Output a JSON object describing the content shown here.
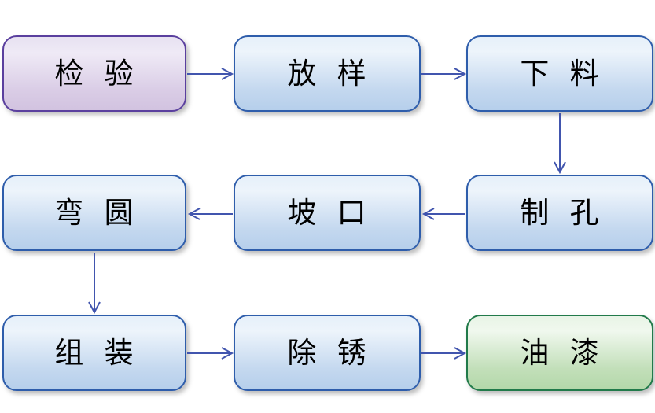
{
  "diagram": {
    "type": "flowchart",
    "title": "",
    "nodes": [
      {
        "id": "inspection",
        "label": "检 验",
        "style": "purple",
        "row": 1,
        "col": 1
      },
      {
        "id": "lofting",
        "label": "放 样",
        "style": "blue",
        "row": 1,
        "col": 2
      },
      {
        "id": "cutting",
        "label": "下 料",
        "style": "blue",
        "row": 1,
        "col": 3
      },
      {
        "id": "bending",
        "label": "弯 圆",
        "style": "blue",
        "row": 2,
        "col": 1
      },
      {
        "id": "beveling",
        "label": "坡 口",
        "style": "blue",
        "row": 2,
        "col": 2
      },
      {
        "id": "hole-making",
        "label": "制 孔",
        "style": "blue",
        "row": 2,
        "col": 3
      },
      {
        "id": "assembly",
        "label": "组 装",
        "style": "blue",
        "row": 3,
        "col": 1
      },
      {
        "id": "rust-removal",
        "label": "除 锈",
        "style": "blue",
        "row": 3,
        "col": 2
      },
      {
        "id": "painting",
        "label": "油 漆",
        "style": "green",
        "row": 3,
        "col": 3
      }
    ],
    "edges": [
      {
        "from": "inspection",
        "to": "lofting",
        "direction": "right"
      },
      {
        "from": "lofting",
        "to": "cutting",
        "direction": "right"
      },
      {
        "from": "cutting",
        "to": "hole-making",
        "direction": "down"
      },
      {
        "from": "hole-making",
        "to": "beveling",
        "direction": "left"
      },
      {
        "from": "beveling",
        "to": "bending",
        "direction": "left"
      },
      {
        "from": "bending",
        "to": "assembly",
        "direction": "down"
      },
      {
        "from": "assembly",
        "to": "rust-removal",
        "direction": "right"
      },
      {
        "from": "rust-removal",
        "to": "painting",
        "direction": "right"
      }
    ],
    "colors": {
      "purple_border": "#5a3f9e",
      "purple_fill_top": "#e7e1f1",
      "purple_fill_bottom": "#d2c3e0",
      "blue_border": "#2e5dab",
      "blue_fill_top": "#e6f0fa",
      "blue_fill_bottom": "#b6cfeb",
      "green_border": "#217a4a",
      "green_fill_top": "#e8f4e6",
      "green_fill_bottom": "#b4d8aa",
      "arrow": "#4155ae",
      "text": "#000000",
      "background": "#ffffff"
    }
  }
}
